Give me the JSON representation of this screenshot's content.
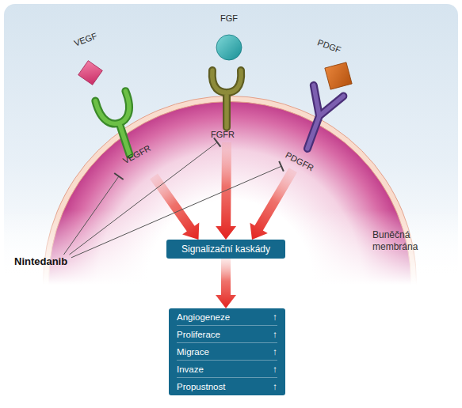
{
  "diagram": {
    "nodes": [
      {
        "text": [
          "VEGF"
        ]
      },
      {
        "text": [
          "FGF"
        ]
      },
      {
        "text": [
          "PDGF"
        ]
      },
      {
        "text": [
          "VEGFR"
        ]
      },
      {
        "text": [
          "FGFR"
        ]
      },
      {
        "text": [
          "PDGFR"
        ]
      },
      {
        "text": [
          "Signalizační kaskády"
        ]
      },
      {
        "text": [
          "Nintedanib"
        ]
      },
      {
        "text": [
          "Angiogeneze",
          "↑",
          "Proliferace",
          "↑",
          "Migrace",
          "↑",
          "Invaze",
          "↑",
          "Propustnost",
          "↑"
        ]
      }
    ],
    "edges": [
      {
        "from": 3,
        "to": 6,
        "arrow": "to"
      },
      {
        "from": 4,
        "to": 6,
        "arrow": "to"
      },
      {
        "from": 5,
        "to": 6,
        "arrow": "to"
      },
      {
        "from": 6,
        "to": 8,
        "arrow": "to"
      },
      {
        "from": 7,
        "to": 3,
        "arrow": "to"
      },
      {
        "from": 7,
        "to": 4,
        "arrow": "to"
      },
      {
        "from": 7,
        "to": 5,
        "arrow": "to"
      }
    ],
    "labels": [
      "Buněčná membrána"
    ]
  }
}
